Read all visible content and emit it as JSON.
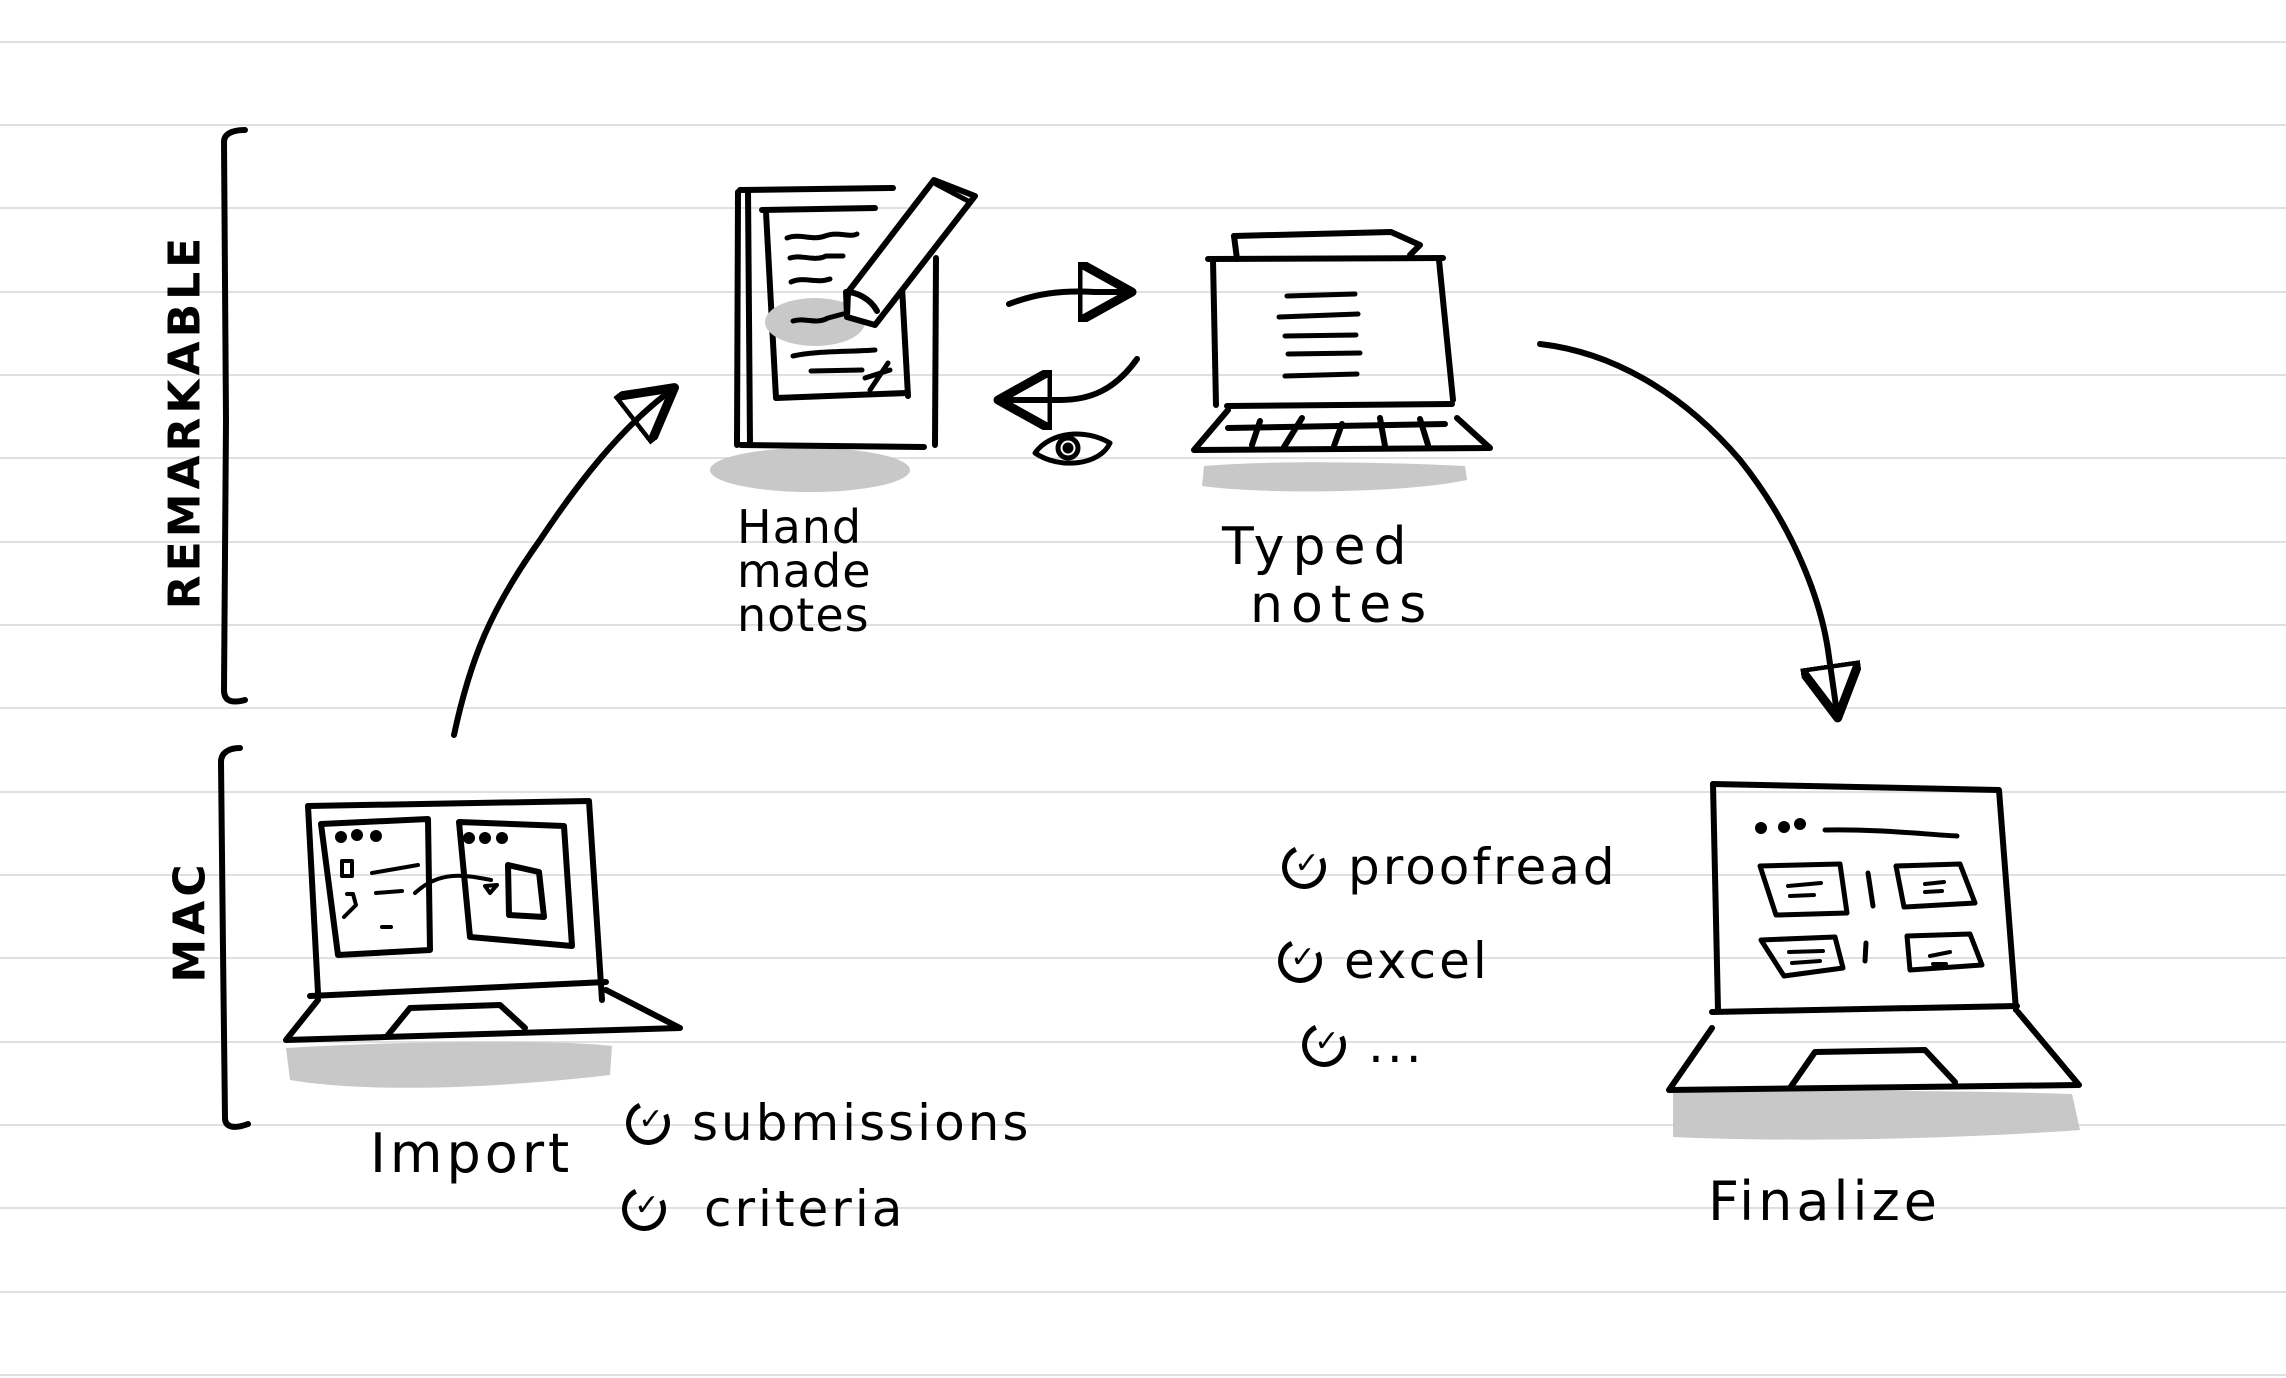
{
  "diagram": {
    "title": "",
    "background": "#ffffff",
    "ruled_line_color": "#e0e0e0",
    "ink_color": "#000000",
    "shadow_color": "#c8c8c8",
    "groups": [
      {
        "id": "remarkable",
        "label": "REMARKABLE",
        "bracket": "left-vertical"
      },
      {
        "id": "mac",
        "label": "MAC",
        "bracket": "left-vertical"
      }
    ],
    "nodes": [
      {
        "id": "handmade-notes",
        "label_lines": [
          "Hand",
          "made",
          "notes"
        ],
        "icon": "tablet-with-pen-icon",
        "group": "remarkable"
      },
      {
        "id": "typed-notes",
        "label_lines": [
          "Typed",
          "notes"
        ],
        "icon": "tablet-with-keyboard-icon",
        "group": "remarkable"
      },
      {
        "id": "import",
        "label": "Import",
        "icon": "laptop-drag-drop-icon",
        "group": "mac",
        "checklist": [
          {
            "checked": true,
            "text": "submissions"
          },
          {
            "checked": true,
            "text": "criteria"
          }
        ]
      },
      {
        "id": "finalize",
        "label": "Finalize",
        "icon": "laptop-grid-windows-icon",
        "group": "mac",
        "checklist": [
          {
            "checked": true,
            "text": "proofread"
          },
          {
            "checked": true,
            "text": "excel"
          },
          {
            "checked": true,
            "text": "..."
          }
        ]
      }
    ],
    "edges": [
      {
        "from": "import",
        "to": "handmade-notes",
        "style": "curved-arrow"
      },
      {
        "from": "handmade-notes",
        "to": "typed-notes",
        "style": "curved-arrow"
      },
      {
        "from": "typed-notes",
        "to": "handmade-notes",
        "style": "curved-arrow"
      },
      {
        "from": "typed-notes",
        "to": "finalize",
        "style": "curved-arrow"
      }
    ],
    "annotations": [
      {
        "icon": "eye-icon",
        "position": "between handmade-notes and typed-notes"
      }
    ]
  },
  "labels": {
    "remarkable": "REMARKABLE",
    "mac": "MAC",
    "handmade_1": "Hand",
    "handmade_2": "made",
    "handmade_3": "notes",
    "typed_1": "Typed",
    "typed_2": "notes",
    "import": "Import",
    "finalize": "Finalize",
    "check": "✓"
  },
  "import_checklist": [
    "submissions",
    "criteria"
  ],
  "finalize_checklist": [
    "proofread",
    "excel",
    "..."
  ]
}
